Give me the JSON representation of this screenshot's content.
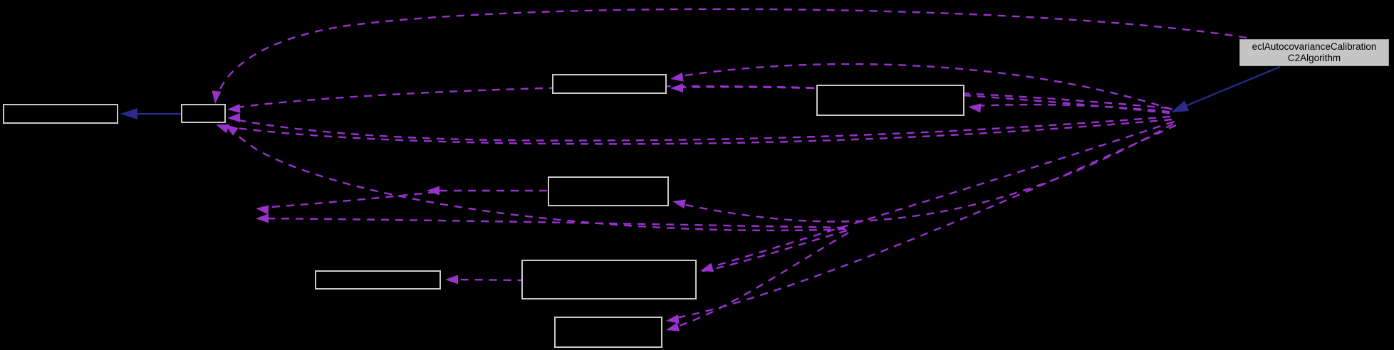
{
  "diagram": {
    "type": "doxygen-collaboration-graph",
    "background_color": "#000000",
    "main_node": {
      "line1": "eclAutocovarianceCalibration",
      "line2": "C2Algorithm",
      "fill": "#c5c5c5",
      "text_color": "#000000",
      "border_color": "#9a9a9a"
    },
    "edge_styles": {
      "usage": {
        "color": "#9932cc",
        "style": "dashed"
      },
      "inheritance": {
        "color": "#2b2b8e",
        "style": "solid"
      }
    },
    "node_style": {
      "border_color": "#c9c9c9",
      "fill": "#000000"
    },
    "unlabeled_node_count": 8
  }
}
